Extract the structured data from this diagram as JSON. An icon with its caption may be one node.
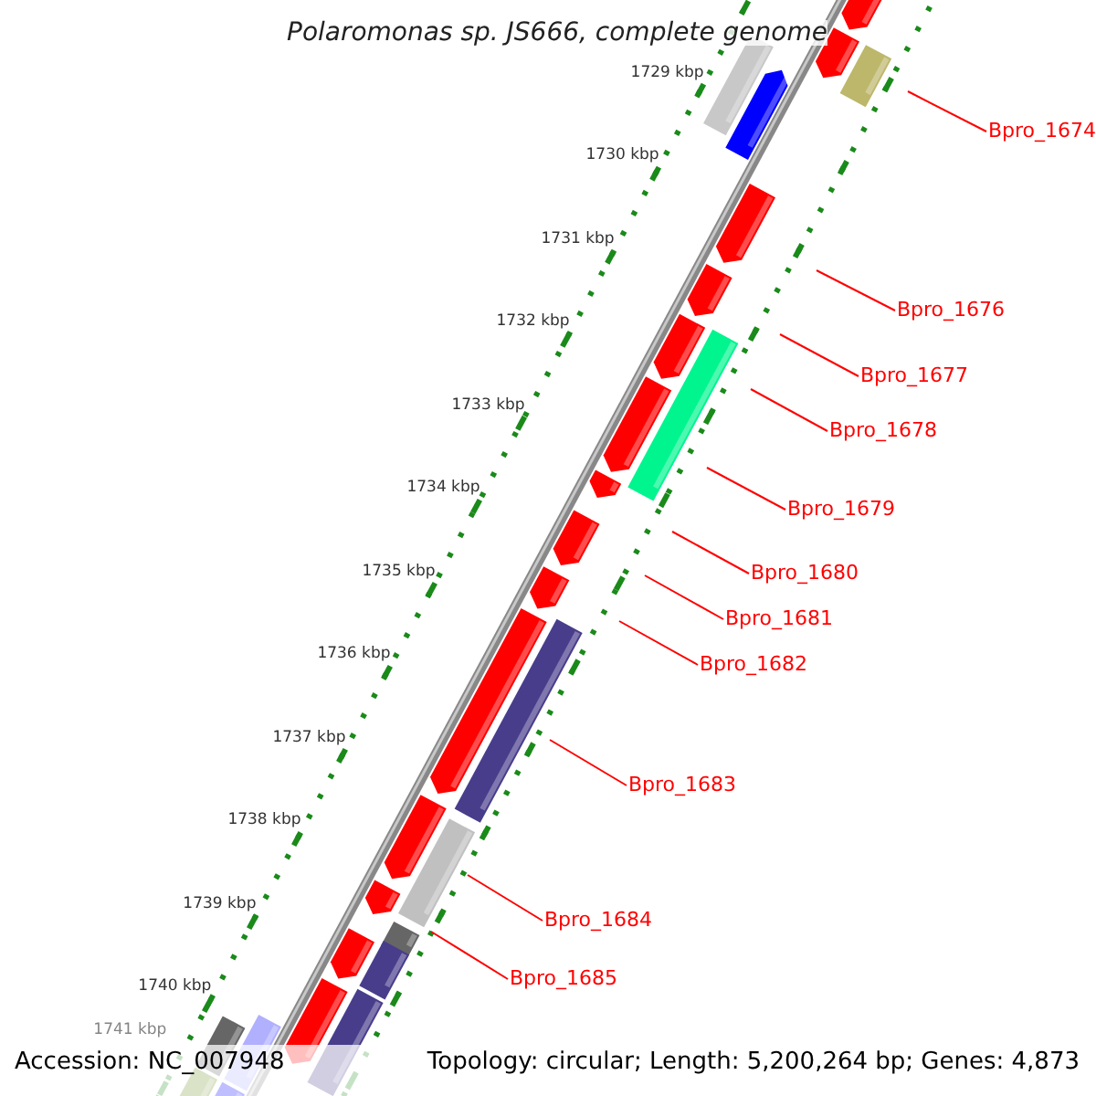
{
  "diagram": {
    "title": "Polaromonas sp. JS666, complete genome",
    "nodes": [
      {
        "text": [
          "Bpro_1674"
        ]
      },
      {
        "text": [
          "Bpro_1676"
        ]
      },
      {
        "text": [
          "Bpro_1677"
        ]
      },
      {
        "text": [
          "Bpro_1678"
        ]
      },
      {
        "text": [
          "Bpro_1679"
        ]
      },
      {
        "text": [
          "Bpro_1680"
        ]
      },
      {
        "text": [
          "Bpro_1681"
        ]
      },
      {
        "text": [
          "Bpro_1682"
        ]
      },
      {
        "text": [
          "Bpro_1683"
        ]
      },
      {
        "text": [
          "Bpro_1684"
        ]
      },
      {
        "text": [
          "Bpro_1685"
        ]
      }
    ],
    "edges": [
      {
        "from": 0,
        "to": null,
        "arrow": "none"
      },
      {
        "from": 1,
        "to": null,
        "arrow": "none"
      },
      {
        "from": 2,
        "to": null,
        "arrow": "none"
      },
      {
        "from": 3,
        "to": null,
        "arrow": "none"
      },
      {
        "from": 4,
        "to": null,
        "arrow": "none"
      },
      {
        "from": 5,
        "to": null,
        "arrow": "none"
      },
      {
        "from": 6,
        "to": null,
        "arrow": "none"
      },
      {
        "from": 7,
        "to": null,
        "arrow": "none"
      },
      {
        "from": 8,
        "to": null,
        "arrow": "none"
      },
      {
        "from": 9,
        "to": null,
        "arrow": "none"
      },
      {
        "from": 10,
        "to": null,
        "arrow": "none"
      }
    ],
    "labels": [
      "1729 kbp",
      "1730 kbp",
      "1731 kbp",
      "1732 kbp",
      "1733 kbp",
      "1734 kbp",
      "1735 kbp",
      "1736 kbp",
      "1737 kbp",
      "1738 kbp",
      "1739 kbp",
      "1740 kbp",
      "1741 kbp",
      "Accession: NC_007948",
      "Topology: circular; Length: 5,200,264 bp; Genes: 4,873"
    ]
  }
}
